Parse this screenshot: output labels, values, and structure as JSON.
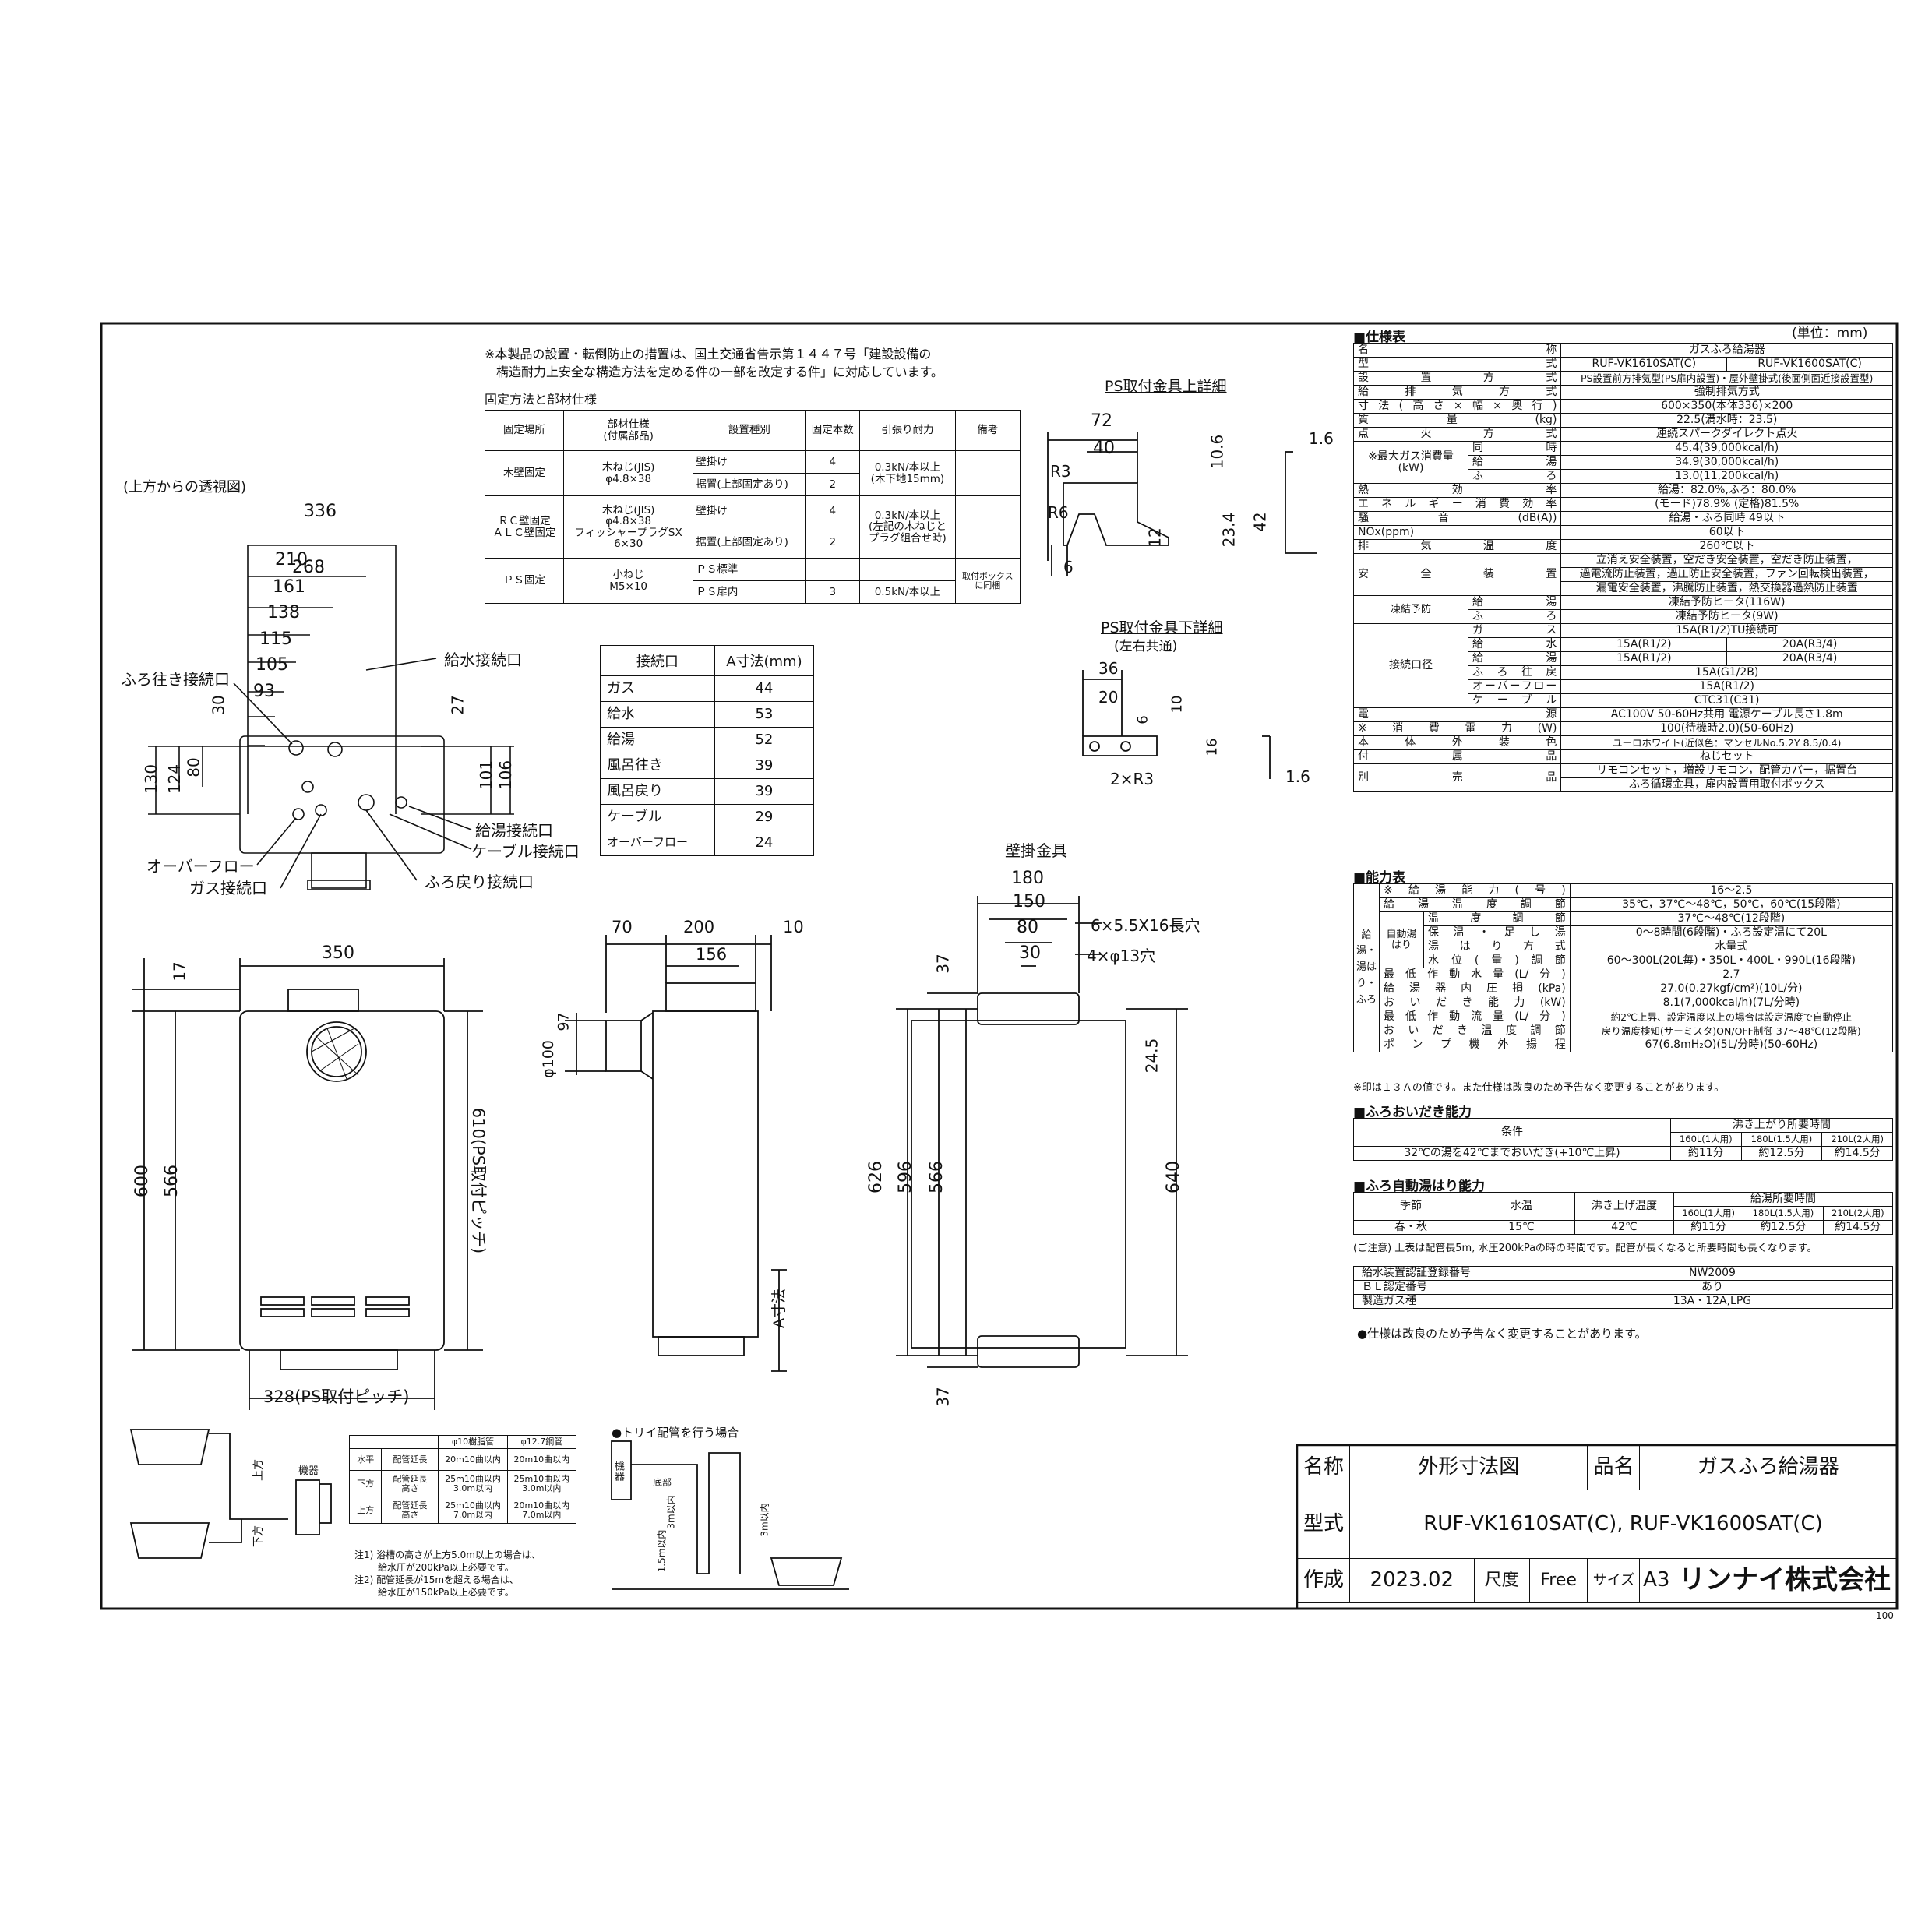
{
  "notes_top": [
    "※本製品の設置・転倒防止の措置は、国土交通省告示第１４４７号「建設設備の",
    "構造耐力上安全な構造方法を定める件の一部を改定する件」に対応しています。"
  ],
  "fix_title": "固定方法と部材仕様",
  "fix_headers": [
    "固定場所",
    "部材仕様\n(付属部品)",
    "設置種別",
    "固定本数",
    "引張り耐力",
    "備考"
  ],
  "fix_rows": [
    [
      "木壁固定",
      "木ねじ(JIS)\nφ4.8×38",
      "壁掛け",
      "4",
      "0.3kN/本以上\n(木下地15mm)",
      ""
    ],
    [
      "",
      "",
      "据置(上部固定あり)",
      "2",
      "",
      ""
    ],
    [
      "ＲＣ壁固定\nＡＬＣ壁固定",
      "木ねじ(JIS)\nφ4.8×38\nフィッシャープラグSX\n6×30",
      "壁掛け",
      "4",
      "0.3kN/本以上\n(左記の木ねじと\nプラグ組合せ時)",
      ""
    ],
    [
      "",
      "",
      "据置(上部固定あり)",
      "2",
      "",
      ""
    ],
    [
      "ＰＳ固定",
      "小ねじ\nM5×10",
      "ＰＳ標準",
      "",
      "",
      "取付ボックス\nに同梱"
    ],
    [
      "",
      "",
      "ＰＳ扉内",
      "3",
      "0.5kN/本以上",
      ""
    ]
  ],
  "view_top_label": "(上方からの透視図)",
  "dim_top": [
    "336",
    "268",
    "210",
    "161",
    "138",
    "115",
    "105",
    "93"
  ],
  "top_labels": [
    "ふろ往き接続口",
    "給水接続口",
    "給湯接続口",
    "ケーブル接続口",
    "オーバーフロー",
    "ガス接続口",
    "ふろ戻り接続口"
  ],
  "dim_top_side": [
    "30",
    "27",
    "130",
    "124",
    "80",
    "101",
    "106"
  ],
  "conn_headers": [
    "接続口",
    "A寸法(mm)"
  ],
  "conn_rows": [
    [
      "ガス",
      "44"
    ],
    [
      "給水",
      "53"
    ],
    [
      "給湯",
      "52"
    ],
    [
      "風呂往き",
      "39"
    ],
    [
      "風呂戻り",
      "39"
    ],
    [
      "ケーブル",
      "29"
    ],
    [
      "オーバーフロー",
      "24"
    ]
  ],
  "ps_upper_title": "PS取付金具上詳細",
  "ps_upper_dims": [
    "72",
    "40",
    "R3",
    "R6",
    "10.6",
    "23.4",
    "42",
    "12",
    "6",
    "1.6"
  ],
  "ps_lower_title": "PS取付金具下詳細",
  "ps_lower_sub": "(左右共通)",
  "ps_lower_dims": [
    "36",
    "20",
    "6",
    "10",
    "16",
    "2×R3",
    "1.6"
  ],
  "wall_title": "壁掛金具",
  "wall_dims": [
    "180",
    "150",
    "80",
    "30",
    "6×5.5X16長穴",
    "4×φ13穴",
    "37",
    "24.5",
    "626",
    "596",
    "566",
    "640",
    "37"
  ],
  "front_dims": [
    "350",
    "17",
    "600",
    "566",
    "610(PS取付ピッチ)",
    "328(PS取付ピッチ)"
  ],
  "side_dims": [
    "70",
    "200",
    "10",
    "156",
    "97",
    "φ100",
    "A寸法"
  ],
  "spec_title": "■仕様表",
  "spec_unit": "(単位：mm)",
  "spec": {
    "name": [
      "名",
      "称",
      "ガスふろ給湯器"
    ],
    "model": [
      "型",
      "式",
      "RUF-VK1610SAT(C)",
      "RUF-VK1600SAT(C)"
    ],
    "install": [
      "設置方式",
      "PS設置前方排気型(PS扉内設置)・屋外壁掛式(後面側面近接設置型)"
    ],
    "exhaust": [
      "給排気方式",
      "強制排気方式"
    ],
    "size": [
      "寸法(高さ×幅×奥行)",
      "600×350(本体336)×200"
    ],
    "mass": [
      "質量(kg)",
      "22.5(満水時：23.5)"
    ],
    "ignition": [
      "点火方式",
      "連続スパークダイレクト点火"
    ],
    "gas_cons_label": "※最大ガス消費量\n(kW)",
    "gas_cons": [
      [
        "同時",
        "45.4(39,000kcal/h)"
      ],
      [
        "給湯",
        "34.9(30,000kcal/h)"
      ],
      [
        "ふろ",
        "13.0(11,200kcal/h)"
      ]
    ],
    "efficiency": [
      "熱効率",
      "給湯：82.0%,ふろ：80.0%"
    ],
    "energy": [
      "エネルギー消費効率",
      "(モード)78.9%  (定格)81.5%"
    ],
    "noise": [
      "騒音(dB(A))",
      "給湯・ふろ同時 49以下"
    ],
    "nox": [
      "NOx(ppm)",
      "60以下"
    ],
    "exhaust_temp": [
      "排気温度",
      "260℃以下"
    ],
    "safety_label": "安全装置",
    "safety": [
      "立消え安全装置，空だき安全装置，空だき防止装置，",
      "過電流防止装置，過圧防止安全装置，ファン回転検出装置，",
      "漏電安全装置，沸騰防止装置，熱交換器過熱防止装置"
    ],
    "freeze_label": "凍結予防",
    "freeze": [
      [
        "給湯",
        "凍結予防ヒータ(116W)"
      ],
      [
        "ふろ",
        "凍結予防ヒータ(9W)"
      ]
    ],
    "conn_label": "接続口径",
    "conn": [
      [
        "ガス",
        "15A(R1/2)TU接続可",
        ""
      ],
      [
        "給水",
        "15A(R1/2)",
        "20A(R3/4)"
      ],
      [
        "給湯",
        "15A(R1/2)",
        "20A(R3/4)"
      ],
      [
        "ふろ往戻",
        "15A(G1/2B)",
        ""
      ],
      [
        "オーバーフロー",
        "15A(R1/2)",
        ""
      ],
      [
        "ケーブル",
        "CTC31(C31)",
        ""
      ]
    ],
    "power": [
      "電源",
      "AC100V 50-60Hz共用 電源ケーブル長さ1.8m"
    ],
    "power_cons": [
      "※消費電力(W)",
      "100(待機時2.0)(50-60Hz)"
    ],
    "color": [
      "本体外装色",
      "ユーロホワイト(近似色：マンセルNo.5.2Y 8.5/0.4)"
    ],
    "accessory": [
      "付属品",
      "ねじセット"
    ],
    "sold": [
      "別売品",
      "リモコンセット，増設リモコン，配管カバー，据置台",
      "ふろ循環金具，扉内設置用取付ボックス"
    ]
  },
  "perf_title": "■能力表",
  "perf": {
    "left_label": "給湯・湯はり・ふろ",
    "rows": [
      [
        "※給湯能力(号)",
        "16～2.5"
      ],
      [
        "給湯温度調節",
        "35℃，37℃～48℃，50℃，60℃(15段階)"
      ],
      [
        "温度調節",
        "37℃～48℃(12段階)"
      ],
      [
        "保温・足し湯",
        "0～8時間(6段階)・ふろ設定温にて20L"
      ],
      [
        "湯はり方式",
        "水量式"
      ],
      [
        "水位(量)調節",
        "60～300L(20L毎)・350L・400L・990L(16段階)"
      ],
      [
        "最低作動水量(L/分)",
        "2.7"
      ],
      [
        "給湯器内圧損(kPa)",
        "27.0(0.27kgf/cm²)(10L/分)"
      ],
      [
        "おいだき能力(kW)",
        "8.1(7,000kcal/h)(7L/分時)"
      ],
      [
        "最低作動流量(L/分)",
        "約2℃上昇、設定温度以上の場合は設定温度で自動停止"
      ],
      [
        "おいだき温度調節",
        "戻り温度検知(サーミスタ)ON/OFF制御 37～48℃(12段階)"
      ],
      [
        "ポンプ機外揚程",
        "67(6.8mH₂O)(5L/分時)(50-60Hz)"
      ]
    ],
    "auto_label": "自動湯はり",
    "note": "※印は１３Ａの値です。また仕様は改良のため予告なく変更することがあります。"
  },
  "oidaki_title": "■ふろおいだき能力",
  "oidaki": {
    "h1": "条件",
    "h2": "沸き上がり所要時間",
    "cols": [
      "160L(1人用)",
      "180L(1.5人用)",
      "210L(2人用)"
    ],
    "cond": "32℃の湯を42℃までおいだき(+10℃上昇)",
    "vals": [
      "約11分",
      "約12.5分",
      "約14.5分"
    ]
  },
  "auto_title": "■ふろ自動湯はり能力",
  "auto": {
    "h": [
      "季節",
      "水温",
      "沸き上げ温度",
      "給湯所要時間"
    ],
    "cols": [
      "160L(1人用)",
      "180L(1.5人用)",
      "210L(2人用)"
    ],
    "row": [
      "春・秋",
      "15℃",
      "42℃"
    ],
    "vals": [
      "約11分",
      "約12.5分",
      "約14.5分"
    ]
  },
  "auto_note": "(ご注意) 上表は配管長5m, 水圧200kPaの時の時間です。配管が長くなると所要時間も長くなります。",
  "cert": [
    [
      "給水装置認証登録番号",
      "NW2009"
    ],
    [
      "ＢＬ認定番号",
      "あり"
    ],
    [
      "製造ガス種",
      "13A・12A,LPG"
    ]
  ],
  "footer_note": "●仕様は改良のため予告なく変更することがあります。",
  "pipe_table": {
    "h": [
      "",
      "",
      "φ10樹脂管",
      "φ12.7銅管"
    ],
    "rows": [
      [
        "水平",
        "配管延長",
        "20m10曲以内",
        "20m10曲以内"
      ],
      [
        "下方",
        "配管延長\n高さ",
        "25m10曲以内\n3.0m以内",
        "25m10曲以内\n3.0m以内"
      ],
      [
        "上方",
        "配管延長\n高さ",
        "25m10曲以内\n7.0m以内",
        "20m10曲以内\n7.0m以内"
      ]
    ]
  },
  "pipe_notes": [
    "注1) 浴槽の高さが上方5.0m以上の場合は、",
    "給水圧が200kPa以上必要です。",
    "注2) 配管延長が15mを超える場合は、",
    "給水圧が150kPa以上必要です。"
  ],
  "pipe_labels": [
    "上方",
    "下方",
    "機器"
  ],
  "trap_title": "●トリイ配管を行う場合",
  "trap_labels": [
    "機器",
    "底部",
    "3m以内",
    "1.5m以内",
    "3m以内"
  ],
  "title_block": {
    "name_l": "名称",
    "name_v": "外形寸法図",
    "prod_l": "品名",
    "prod_v": "ガスふろ給湯器",
    "model_l": "型式",
    "model_v": "RUF-VK1610SAT(C), RUF-VK1600SAT(C)",
    "made_l": "作成",
    "made_v": "2023.02",
    "scale_l": "尺度",
    "scale_v": "Free",
    "size_l": "サイズ",
    "size_v": "A3",
    "company": "リンナイ株式会社"
  },
  "corner_num": "100"
}
